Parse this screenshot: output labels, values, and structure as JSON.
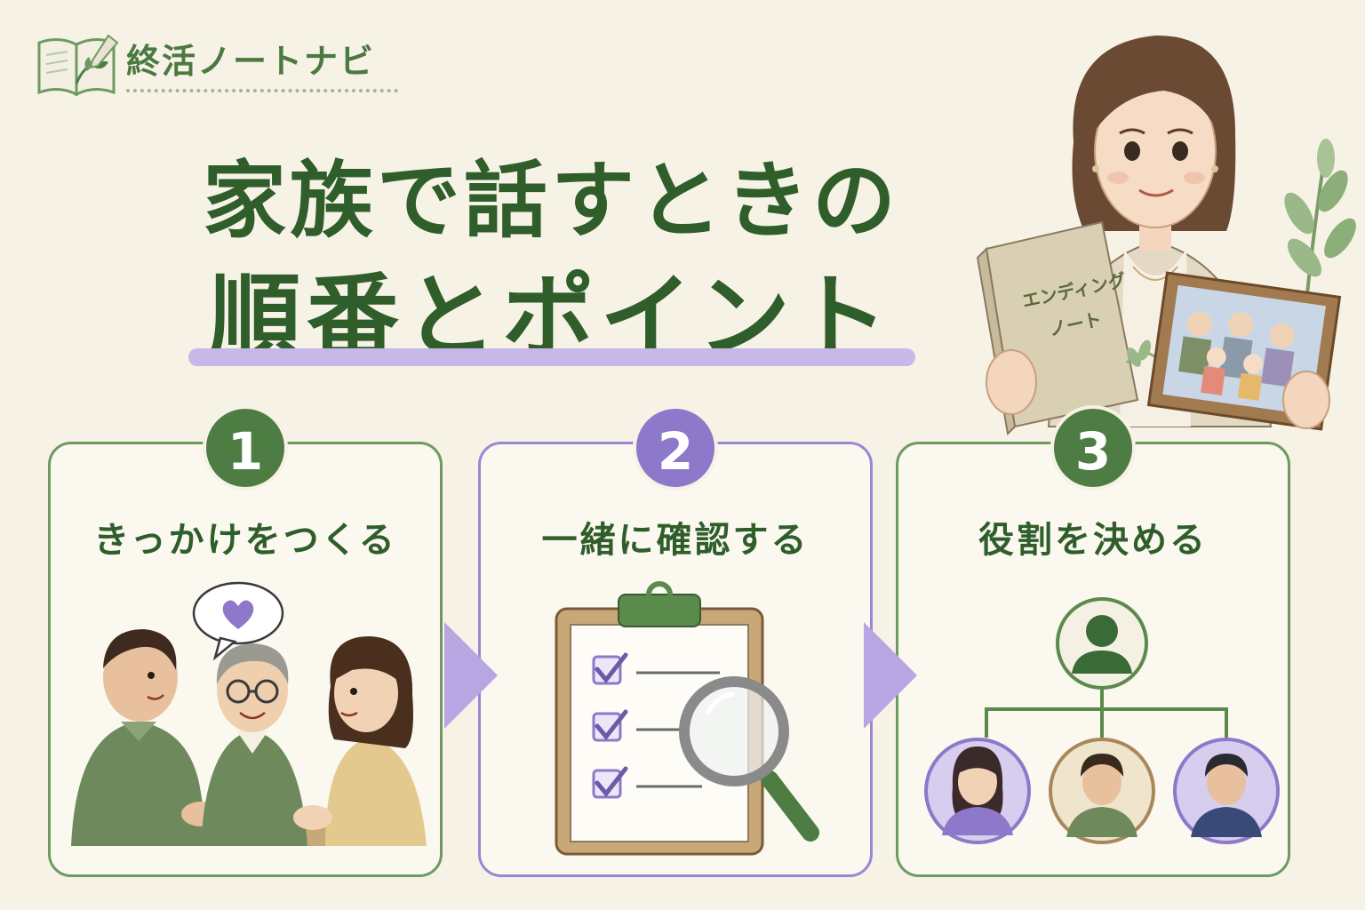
{
  "logo": {
    "text": "終活ノートナビ"
  },
  "title": {
    "line1": "家族で話すときの",
    "line2": "順番とポイント"
  },
  "book_label": {
    "line1": "エンディング",
    "line2": "ノート"
  },
  "steps": [
    {
      "number": "1",
      "label": "きっかけをつくる"
    },
    {
      "number": "2",
      "label": "一緒に確認する"
    },
    {
      "number": "3",
      "label": "役割を決める"
    }
  ],
  "colors": {
    "background": "#f7f2e6",
    "green_dark": "#2f5e2b",
    "green": "#4d7d43",
    "purple": "#8d78c9",
    "lavender": "#c7b8ea"
  }
}
